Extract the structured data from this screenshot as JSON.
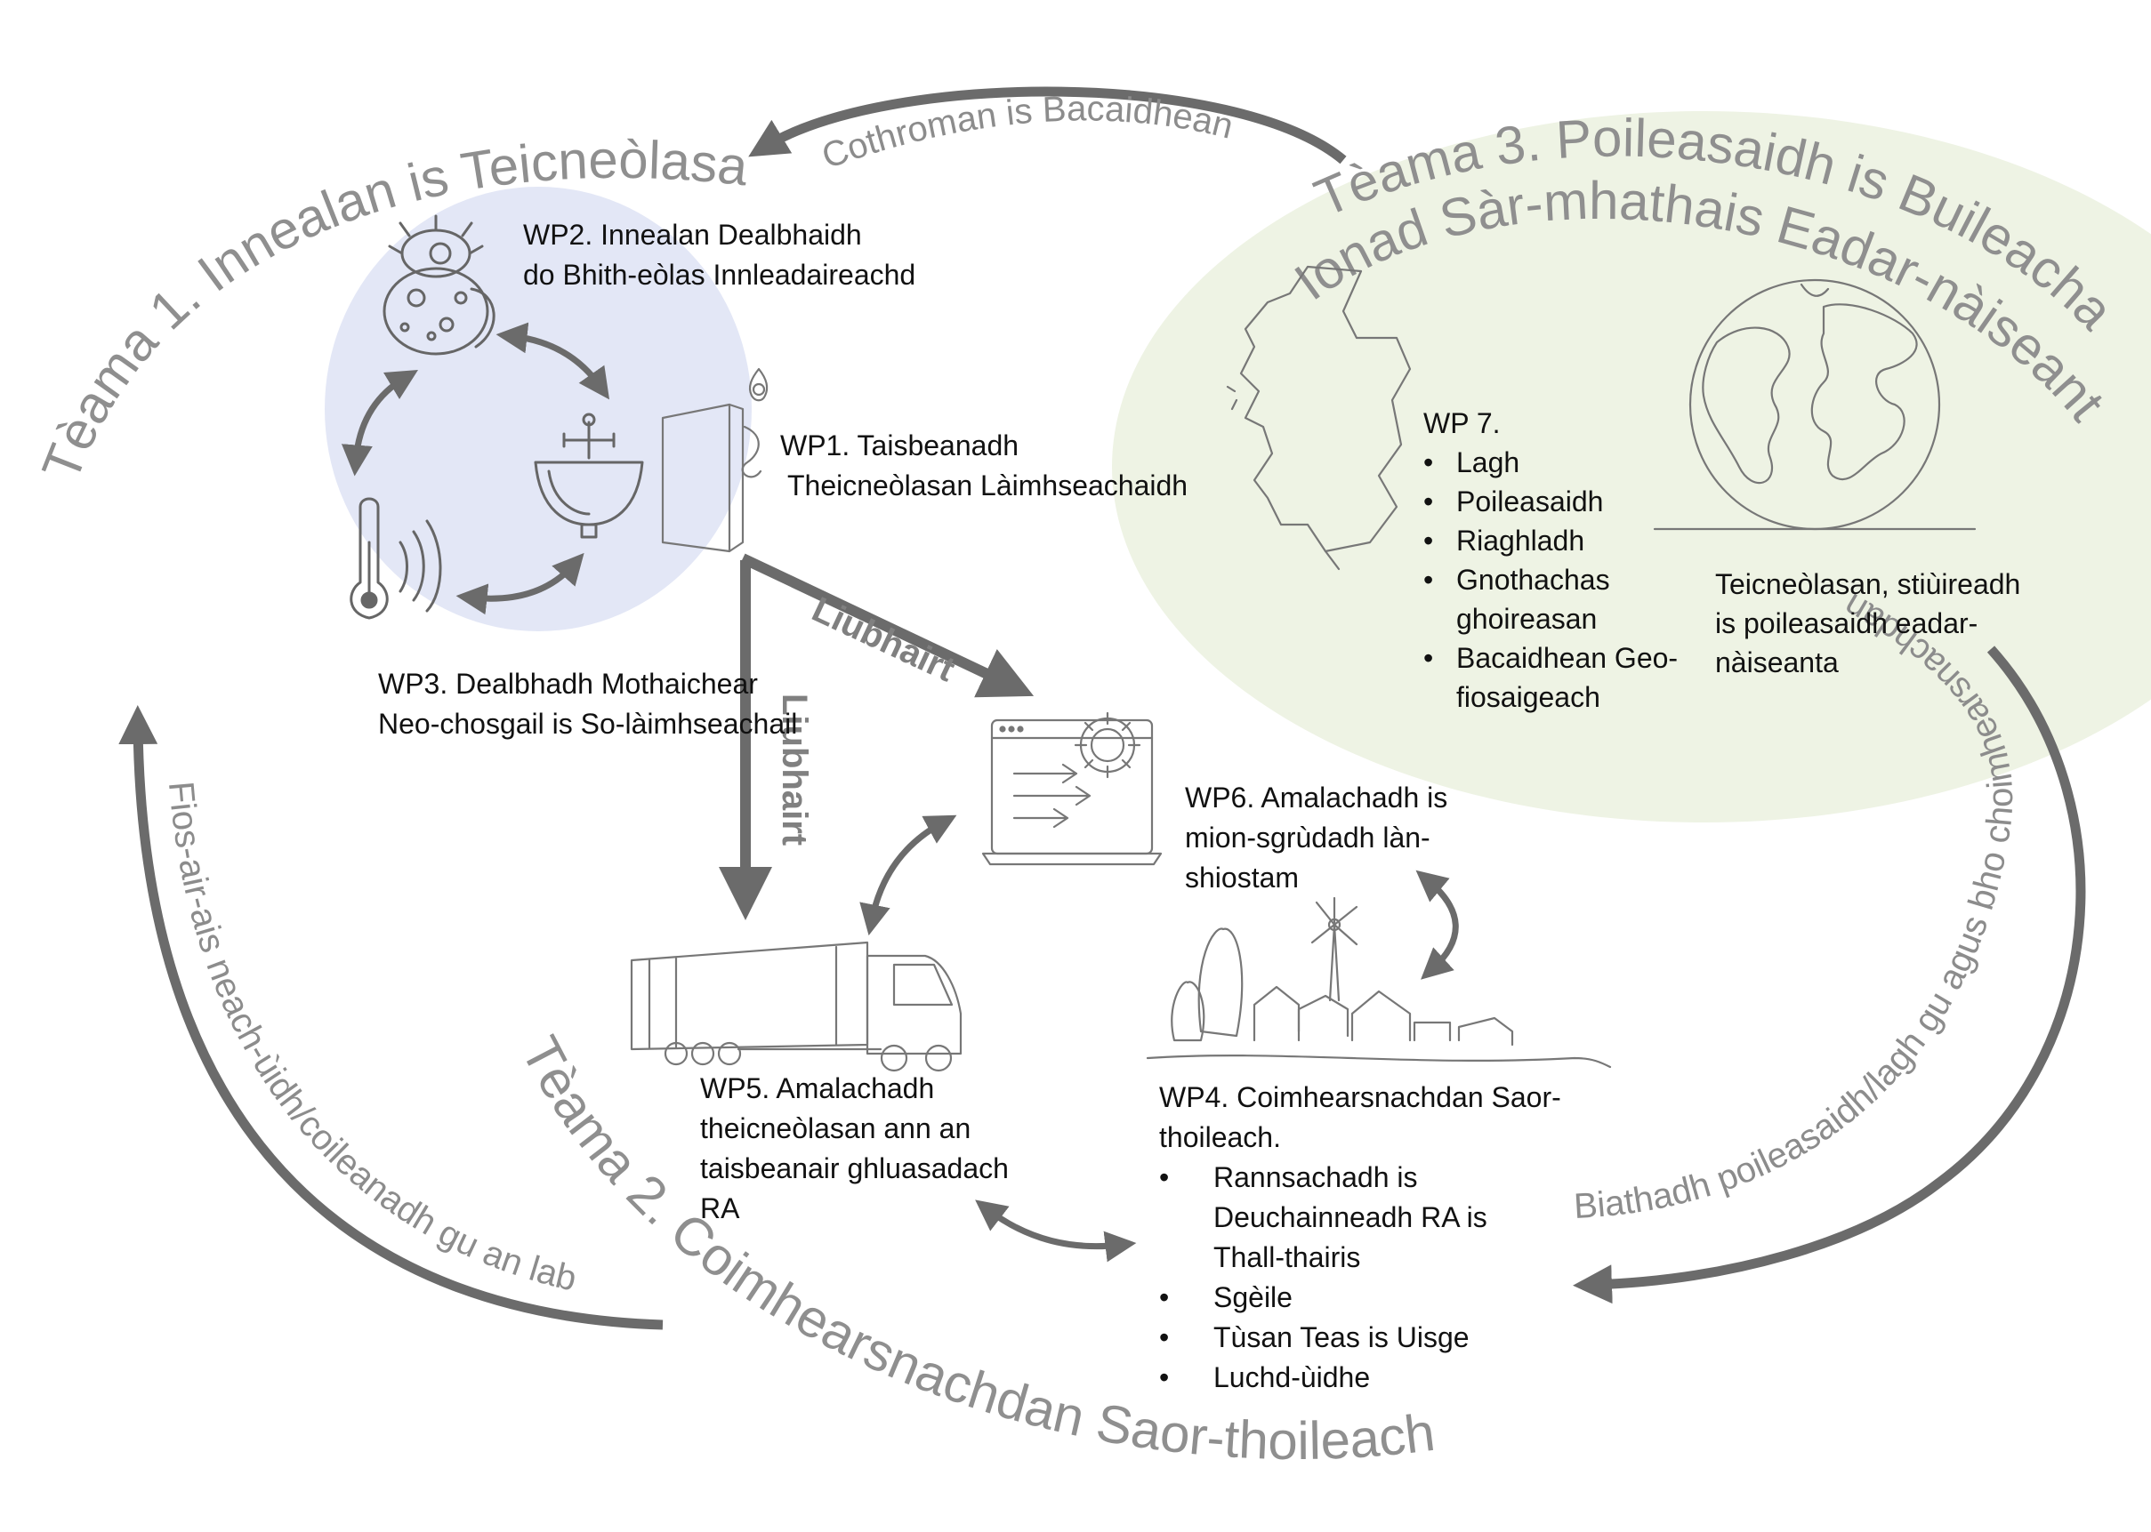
{
  "themes": {
    "theme1": "Tèama 1. Innealan is Teicneòlasan",
    "theme2": "Tèama 2. Coimhearsnachdan Saor-thoileach",
    "theme3_line1": "Tèama 3. Poileasaidh is Buileachadh",
    "theme3_line2": "Ionad Sàr-mhathais Eadar-nàiseanta"
  },
  "arcs": {
    "top": "Cothroman is Bacaidhean",
    "left": "Fios-air-ais neach-ùidh/coileanadh gu an lab",
    "right": "Biathadh poileasaidh/lagh gu agus bho choimhearsnachdan"
  },
  "links": {
    "diagonal": "Liubhairt",
    "vertical": "Liubhairt"
  },
  "wp": {
    "wp1": [
      "WP1. Taisbeanadh",
      "Theicneòlasan Làimhseachaidh"
    ],
    "wp2": [
      "WP2. Innealan Dealbhaidh",
      "do Bhith-eòlas Innleadaireachd"
    ],
    "wp3": [
      "WP3. Dealbhadh Mothaichear",
      "Neo-chosgail is So-làimhseachail"
    ],
    "wp4_title": [
      "WP4. Coimhearsnachdan Saor-",
      "thoileach."
    ],
    "wp4_items": [
      "Rannsachadh is",
      "Deuchainneadh RA is",
      "Thall-thairis",
      "Sgèile",
      "Tùsan Teas is Uisge",
      "Luchd-ùidhe"
    ],
    "wp5": [
      "WP5. Amalachadh",
      "theicneòlasan ann an",
      "taisbeanair ghluasadach",
      "RA"
    ],
    "wp6": [
      "WP6. Amalachadh is",
      "mion-sgrùdadh làn-",
      "shiostam"
    ],
    "wp7_title": "WP 7.",
    "wp7_items": [
      "Lagh",
      "Poileasaidh",
      "Riaghladh",
      "Gnothachas",
      "ghoireasan",
      "Bacaidhean Geo-",
      "fiosaigeach"
    ],
    "globe_caption": [
      "Teicneòlasan, stiùireadh",
      "is poileasaidh eadar-",
      "nàiseanta"
    ]
  },
  "colors": {
    "theme1_fill": "#e3e7f6",
    "theme3_fill": "#eef3e4",
    "arrow": "#6b6b6b"
  },
  "icons": [
    "microbe-icon",
    "sink-icon",
    "device-icon",
    "thermometer-icon",
    "computer-gear-icon",
    "truck-icon",
    "village-icon",
    "scotland-map-icon",
    "globe-icon"
  ]
}
